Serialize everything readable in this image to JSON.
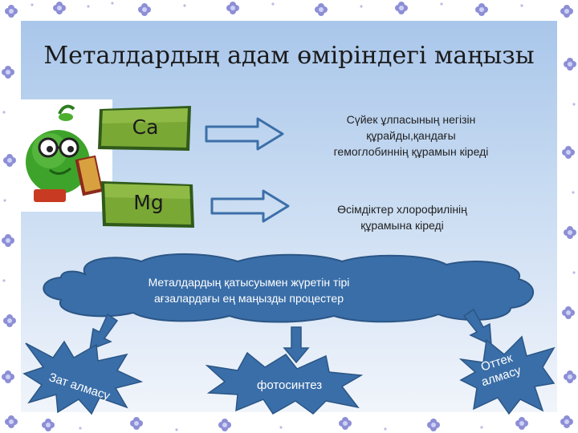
{
  "title": "Металдардың адам өміріндегі маңызы",
  "elements": [
    {
      "symbol": "Ca",
      "description_line1": "Сүйек ұлпасының негізін",
      "description_line2": "құрайды,қандағы",
      "description_line3": "гемоглобиннің құрамын кіреді"
    },
    {
      "symbol": "Mg",
      "description_line1": "Өсімдіктер хлорофилінің",
      "description_line2": "құрамына кіреді"
    }
  ],
  "process": {
    "line1": "Металдардың қатысуымен жүретін тірі",
    "line2": "ағзалардағы ең маңызды процестер"
  },
  "outcomes": {
    "left": "Зат алмасу",
    "center": "фотосинтез",
    "right_line1": "Оттек",
    "right_line2": "алмасу"
  },
  "colors": {
    "tile_green": "#7aa835",
    "arrow_blue": "#3c6fa8",
    "cloud_blue": "#3a6ea8",
    "burst_blue": "#3a6ea8",
    "background_top": "#a9c6ea"
  }
}
